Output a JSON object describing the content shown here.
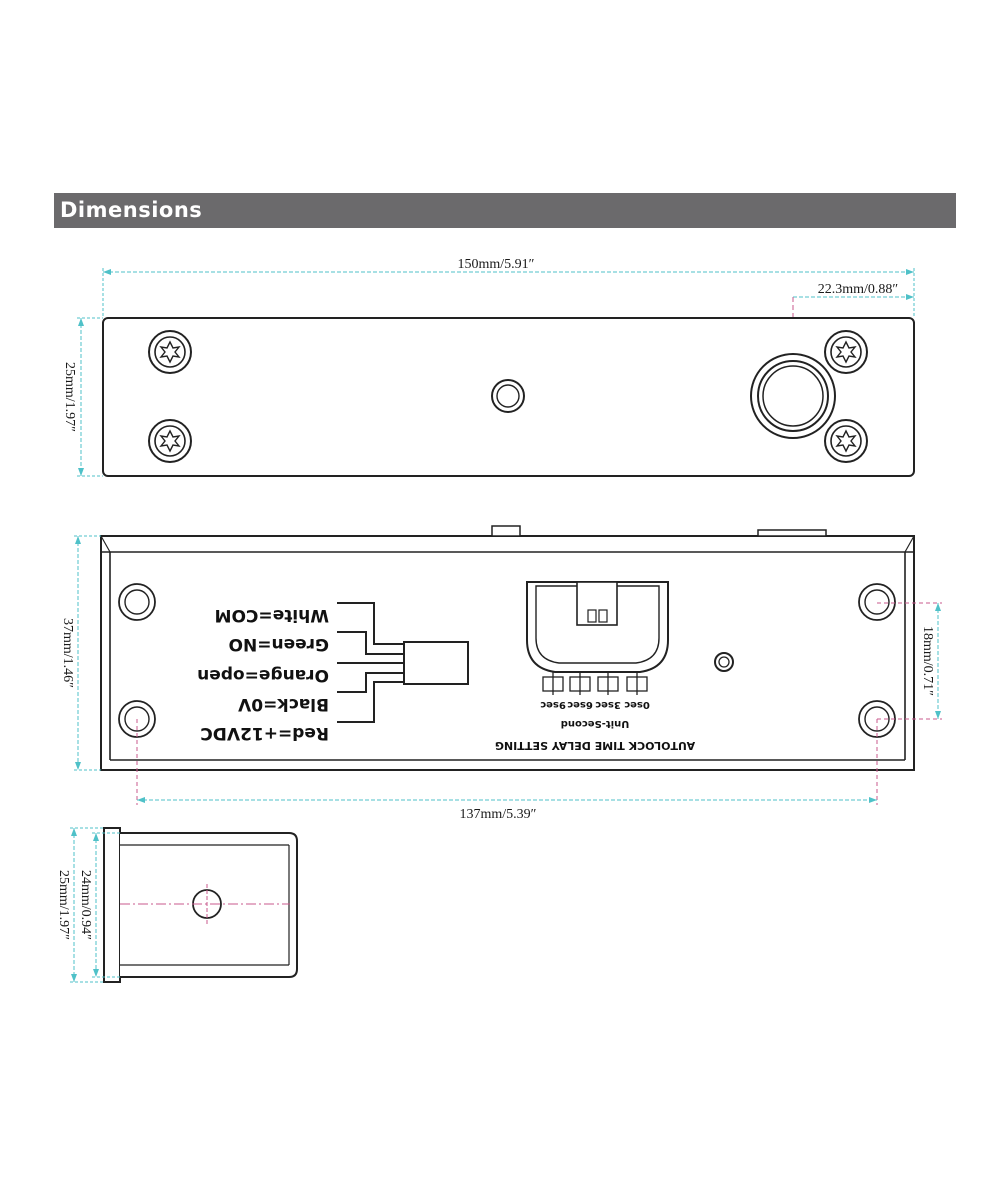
{
  "header": {
    "title": "Dimensions"
  },
  "top_view": {
    "length": "150mm/5.91″",
    "button_offset": "22.3mm/0.88″",
    "height": "25mm/1.97″"
  },
  "front_view": {
    "height": "37mm/1.46″",
    "hole_spacing_vertical": "18mm/0.71″",
    "hole_spacing_horizontal": "137mm/5.39″",
    "wires": [
      "White=COM",
      "Green=NO",
      "Orange=open",
      "Black=0V",
      "Red=+12VDC"
    ],
    "dip_options": [
      "0sec",
      "3sec",
      "6sec",
      "9sec"
    ],
    "unit_label": "Unit-Second",
    "setting_label": "AUTOLOCK TIME DELAY SETTING"
  },
  "side_view": {
    "inner_height": "24mm/0.94″",
    "outer_height": "25mm/1.97″"
  },
  "colors": {
    "header_bg": "#6b6a6c",
    "dim_teal": "#4fc1c8",
    "dim_pink": "#c85a8c"
  }
}
